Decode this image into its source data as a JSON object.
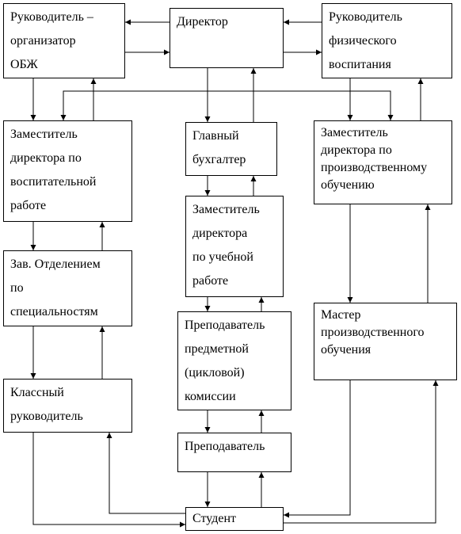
{
  "nodes": {
    "obzh": [
      "Руководитель –",
      "организатор",
      "ОБЖ"
    ],
    "director": [
      "Директор"
    ],
    "pe_head": [
      "Руководитель",
      "физического",
      "воспитания"
    ],
    "deputy_edu": [
      "Заместитель",
      "директора по",
      "воспитательной",
      "работе"
    ],
    "accountant": [
      "Главный",
      "бухгалтер"
    ],
    "deputy_prod": [
      "Заместитель",
      "директора по",
      "производственному",
      "обучению"
    ],
    "deputy_study": [
      "Заместитель",
      "директора",
      "по учебной",
      "работе"
    ],
    "dept_head": [
      "Зав. Отделением",
      "по",
      "специальностям"
    ],
    "master": [
      "Мастер",
      "производственного",
      "обучения"
    ],
    "subject_commission": [
      "Преподаватель",
      "предметной",
      "(цикловой)",
      "комиссии"
    ],
    "class_teacher": [
      "Классный",
      "руководитель"
    ],
    "teacher": [
      "Преподаватель"
    ],
    "student": [
      "Студент"
    ]
  }
}
